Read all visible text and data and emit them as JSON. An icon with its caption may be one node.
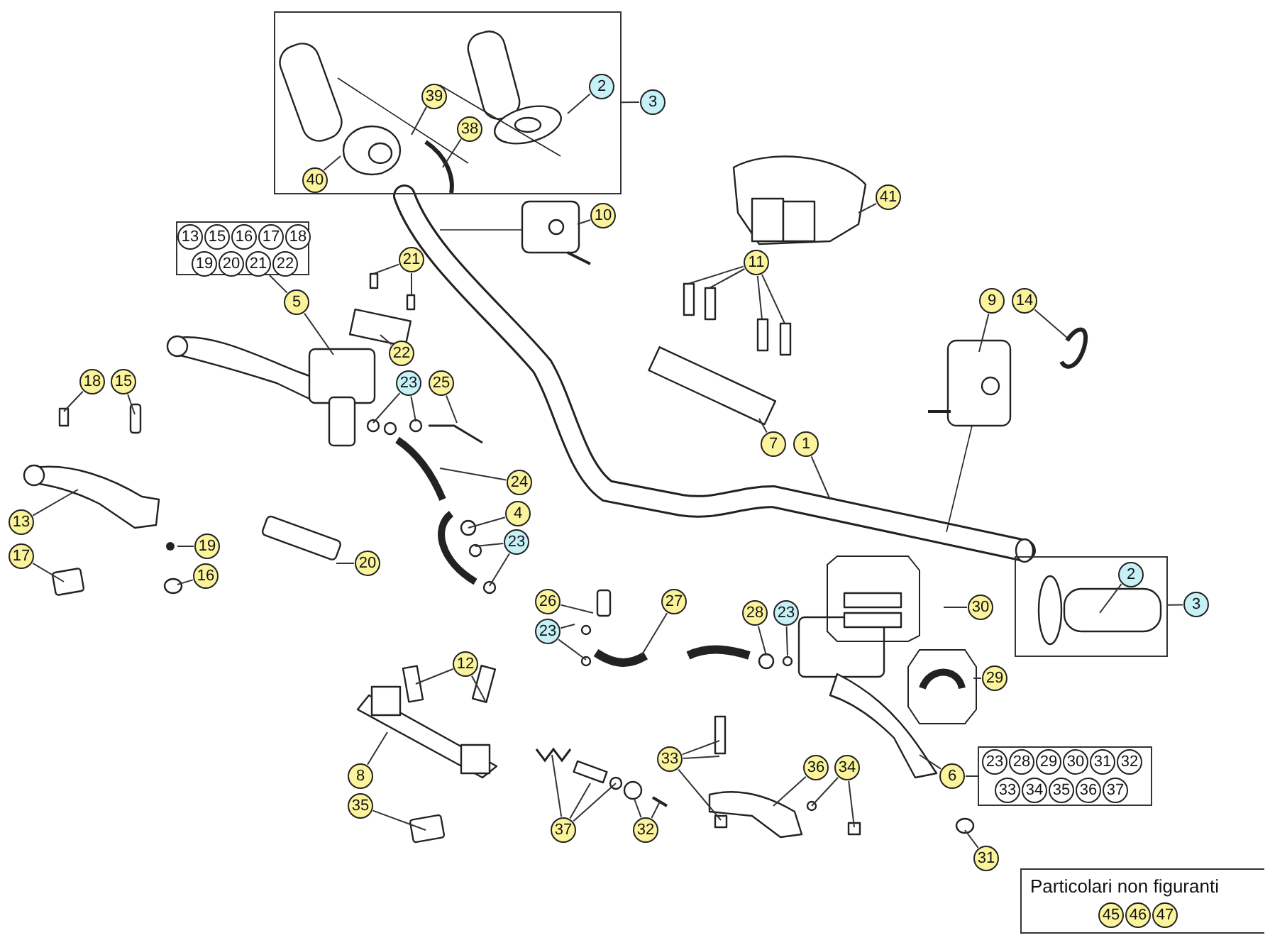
{
  "diagram": {
    "nodes": [
      {
        "text": [],
        "shape": "box"
      },
      {
        "text": [
          "2"
        ],
        "in": 0
      },
      {
        "text": [
          "39"
        ],
        "in": 0
      },
      {
        "text": [
          "38"
        ],
        "in": 0
      },
      {
        "text": [
          "40"
        ],
        "in": 0
      },
      {
        "text": [
          "3"
        ]
      },
      {
        "text": [
          "41"
        ]
      },
      {
        "text": [
          "10"
        ]
      },
      {
        "text": [],
        "shape": "box"
      },
      {
        "text": [
          "13"
        ],
        "in": 8
      },
      {
        "text": [
          "15"
        ],
        "in": 8
      },
      {
        "text": [
          "16"
        ],
        "in": 8
      },
      {
        "text": [
          "17"
        ],
        "in": 8
      },
      {
        "text": [
          "18"
        ],
        "in": 8
      },
      {
        "text": [
          "19"
        ],
        "in": 8
      },
      {
        "text": [
          "20"
        ],
        "in": 8
      },
      {
        "text": [
          "21"
        ],
        "in": 8
      },
      {
        "text": [
          "22"
        ],
        "in": 8
      },
      {
        "text": [
          "21"
        ]
      },
      {
        "text": [
          "11"
        ]
      },
      {
        "text": [
          "5"
        ]
      },
      {
        "text": [
          "9"
        ]
      },
      {
        "text": [
          "14"
        ]
      },
      {
        "text": [
          "22"
        ]
      },
      {
        "text": [
          "23"
        ]
      },
      {
        "text": [
          "25"
        ]
      },
      {
        "text": [
          "18"
        ]
      },
      {
        "text": [
          "15"
        ]
      },
      {
        "text": [
          "7"
        ]
      },
      {
        "text": [
          "1"
        ]
      },
      {
        "text": [
          "24"
        ]
      },
      {
        "text": [
          "4"
        ]
      },
      {
        "text": [
          "13"
        ]
      },
      {
        "text": [
          "23"
        ]
      },
      {
        "text": [
          "19"
        ]
      },
      {
        "text": [
          "17"
        ]
      },
      {
        "text": [
          "20"
        ]
      },
      {
        "text": [],
        "shape": "box"
      },
      {
        "text": [
          "2"
        ],
        "in": 37
      },
      {
        "text": [
          "16"
        ]
      },
      {
        "text": [
          "26"
        ]
      },
      {
        "text": [
          "27"
        ]
      },
      {
        "text": [
          "3"
        ]
      },
      {
        "text": [
          "28"
        ]
      },
      {
        "text": [
          "23"
        ]
      },
      {
        "text": [
          "30"
        ]
      },
      {
        "text": [
          "23"
        ]
      },
      {
        "text": [
          "12"
        ]
      },
      {
        "text": [
          "29"
        ]
      },
      {
        "text": [
          "33"
        ]
      },
      {
        "text": [
          "36"
        ]
      },
      {
        "text": [
          "34"
        ]
      },
      {
        "text": [
          "6"
        ]
      },
      {
        "text": [],
        "shape": "box"
      },
      {
        "text": [
          "23"
        ],
        "in": 53
      },
      {
        "text": [
          "28"
        ],
        "in": 53
      },
      {
        "text": [
          "29"
        ],
        "in": 53
      },
      {
        "text": [
          "30"
        ],
        "in": 53
      },
      {
        "text": [
          "31"
        ],
        "in": 53
      },
      {
        "text": [
          "32"
        ],
        "in": 53
      },
      {
        "text": [
          "33"
        ],
        "in": 53
      },
      {
        "text": [
          "34"
        ],
        "in": 53
      },
      {
        "text": [
          "35"
        ],
        "in": 53
      },
      {
        "text": [
          "36"
        ],
        "in": 53
      },
      {
        "text": [
          "37"
        ],
        "in": 53
      },
      {
        "text": [
          "8"
        ]
      },
      {
        "text": [
          "35"
        ]
      },
      {
        "text": [
          "37"
        ]
      },
      {
        "text": [
          "32"
        ]
      },
      {
        "text": [
          "31"
        ]
      },
      {
        "text": [
          "Particolari non figuranti"
        ]
      },
      {
        "text": [
          "45"
        ],
        "in": 70
      },
      {
        "text": [
          "46"
        ],
        "in": 70
      },
      {
        "text": [
          "47"
        ],
        "in": 70
      }
    ],
    "edges": [
      {
        "from": 0,
        "to": 5,
        "arrow": "none"
      },
      {
        "from": 1,
        "to": null,
        "arrow": "none"
      },
      {
        "from": 2,
        "to": null,
        "arrow": "none"
      },
      {
        "from": 3,
        "to": null,
        "arrow": "none"
      },
      {
        "from": 4,
        "to": null,
        "arrow": "none"
      },
      {
        "from": 6,
        "to": null,
        "arrow": "none"
      },
      {
        "from": 7,
        "to": null,
        "arrow": "none"
      },
      {
        "from": 8,
        "to": 20,
        "arrow": "none"
      },
      {
        "from": 18,
        "to": null,
        "arrow": "none"
      },
      {
        "from": 18,
        "to": null,
        "arrow": "none"
      },
      {
        "from": 19,
        "to": null,
        "arrow": "none"
      },
      {
        "from": 19,
        "to": null,
        "arrow": "none"
      },
      {
        "from": 19,
        "to": null,
        "arrow": "none"
      },
      {
        "from": 19,
        "to": null,
        "arrow": "none"
      },
      {
        "from": 20,
        "to": null,
        "arrow": "none"
      },
      {
        "from": 21,
        "to": null,
        "arrow": "none"
      },
      {
        "from": 22,
        "to": null,
        "arrow": "none"
      },
      {
        "from": 23,
        "to": null,
        "arrow": "none"
      },
      {
        "from": 24,
        "to": null,
        "arrow": "none"
      },
      {
        "from": 24,
        "to": null,
        "arrow": "none"
      },
      {
        "from": 25,
        "to": null,
        "arrow": "none"
      },
      {
        "from": 26,
        "to": null,
        "arrow": "none"
      },
      {
        "from": 27,
        "to": null,
        "arrow": "none"
      },
      {
        "from": 28,
        "to": null,
        "arrow": "none"
      },
      {
        "from": 29,
        "to": null,
        "arrow": "none"
      },
      {
        "from": 30,
        "to": null,
        "arrow": "none"
      },
      {
        "from": 31,
        "to": null,
        "arrow": "none"
      },
      {
        "from": 32,
        "to": null,
        "arrow": "none"
      },
      {
        "from": 33,
        "to": null,
        "arrow": "none"
      },
      {
        "from": 33,
        "to": null,
        "arrow": "none"
      },
      {
        "from": 34,
        "to": null,
        "arrow": "none"
      },
      {
        "from": 35,
        "to": null,
        "arrow": "none"
      },
      {
        "from": 36,
        "to": null,
        "arrow": "none"
      },
      {
        "from": 37,
        "to": 42,
        "arrow": "none"
      },
      {
        "from": 38,
        "to": null,
        "arrow": "none"
      },
      {
        "from": 39,
        "to": null,
        "arrow": "none"
      },
      {
        "from": 40,
        "to": null,
        "arrow": "none"
      },
      {
        "from": 41,
        "to": null,
        "arrow": "none"
      },
      {
        "from": 43,
        "to": null,
        "arrow": "none"
      },
      {
        "from": 44,
        "to": null,
        "arrow": "none"
      },
      {
        "from": 45,
        "to": null,
        "arrow": "none"
      },
      {
        "from": 46,
        "to": null,
        "arrow": "none"
      },
      {
        "from": 46,
        "to": null,
        "arrow": "none"
      },
      {
        "from": 47,
        "to": null,
        "arrow": "none"
      },
      {
        "from": 47,
        "to": null,
        "arrow": "none"
      },
      {
        "from": 48,
        "to": null,
        "arrow": "none"
      },
      {
        "from": 49,
        "to": null,
        "arrow": "none"
      },
      {
        "from": 49,
        "to": null,
        "arrow": "none"
      },
      {
        "from": 49,
        "to": null,
        "arrow": "none"
      },
      {
        "from": 50,
        "to": null,
        "arrow": "none"
      },
      {
        "from": 51,
        "to": null,
        "arrow": "none"
      },
      {
        "from": 51,
        "to": null,
        "arrow": "none"
      },
      {
        "from": 52,
        "to": null,
        "arrow": "none"
      },
      {
        "from": 52,
        "to": 53,
        "arrow": "none"
      },
      {
        "from": 65,
        "to": null,
        "arrow": "none"
      },
      {
        "from": 66,
        "to": null,
        "arrow": "none"
      },
      {
        "from": 67,
        "to": null,
        "arrow": "none"
      },
      {
        "from": 67,
        "to": null,
        "arrow": "none"
      },
      {
        "from": 67,
        "to": null,
        "arrow": "none"
      },
      {
        "from": 68,
        "to": null,
        "arrow": "none"
      },
      {
        "from": 68,
        "to": null,
        "arrow": "none"
      },
      {
        "from": 69,
        "to": null,
        "arrow": "none"
      }
    ]
  }
}
